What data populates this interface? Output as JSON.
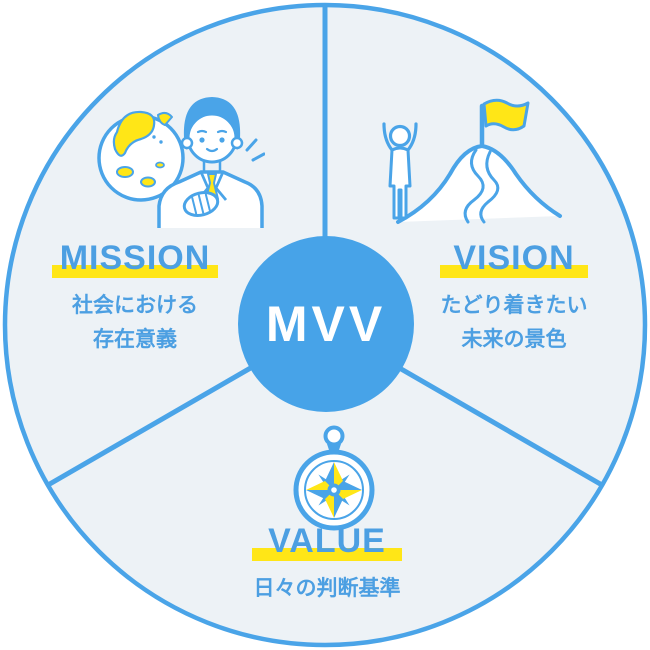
{
  "center": {
    "label": "MVV"
  },
  "sectors": {
    "mission": {
      "title": "MISSION",
      "desc_line1": "社会における",
      "desc_line2": "存在意義",
      "icon": "globe-person-icon"
    },
    "vision": {
      "title": "VISION",
      "desc_line1": "たどり着きたい",
      "desc_line2": "未来の景色",
      "icon": "mountain-flag-icon"
    },
    "value": {
      "title": "VALUE",
      "desc_line1": "日々の判断基準",
      "desc_line2": "",
      "icon": "compass-icon"
    }
  },
  "colors": {
    "accent_blue": "#47A3E8",
    "line_blue": "#4AA4E8",
    "text_blue": "#4C9FE2",
    "highlight_yellow": "#FFE617",
    "sector_fill": "#EDF2F6",
    "background": "#FFFFFF"
  }
}
